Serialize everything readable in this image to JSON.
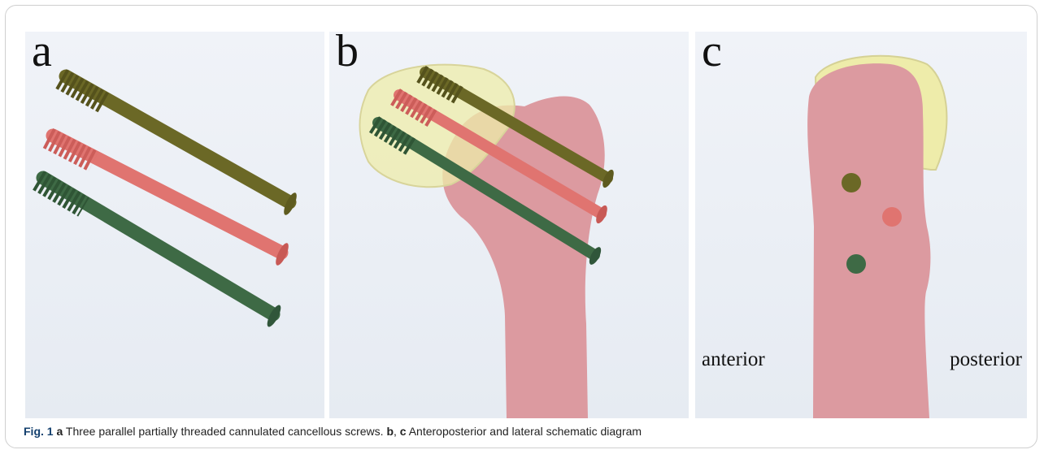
{
  "panels": [
    {
      "letter": "a"
    },
    {
      "letter": "b"
    },
    {
      "letter": "c",
      "label_left": "anterior",
      "label_right": "posterior"
    }
  ],
  "caption": {
    "fig_label": "Fig. 1",
    "part1_letter": "a",
    "part1_text": " Three parallel partially threaded cannulated cancellous screws. ",
    "part2_letter_b": "b",
    "sep": ", ",
    "part2_letter_c": "c",
    "part2_text": " Anteroposterior and lateral schematic diagram"
  },
  "colors": {
    "screw_olive": "#6b6826",
    "screw_red": "#e07470",
    "screw_green": "#3e6a45",
    "bone": "#dc9aa0",
    "head_yellow": "#eeecaa"
  }
}
